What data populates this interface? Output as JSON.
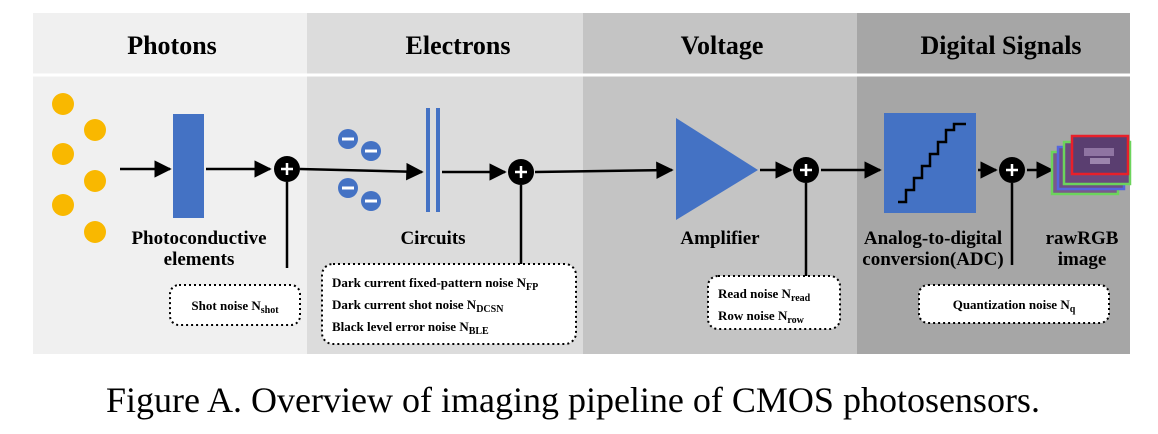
{
  "stages": [
    {
      "header": "Photons",
      "bg": "#f0f0f0"
    },
    {
      "header": "Electrons",
      "bg": "#dcdcdc"
    },
    {
      "header": "Voltage",
      "bg": "#c4c4c4"
    },
    {
      "header": "Digital Signals",
      "bg": "#a6a6a6"
    }
  ],
  "colors": {
    "photon": "#f9b800",
    "component": "#4472c4",
    "ink": "#000000",
    "raw_frame_red": "#e8202a",
    "raw_frame_green": "#6cd45c",
    "raw_frame_blue": "#5566dd"
  },
  "components": {
    "photoconductive": {
      "line1": "Photoconductive",
      "line2": "elements"
    },
    "circuits": {
      "label": "Circuits"
    },
    "amplifier": {
      "label": "Amplifier"
    },
    "adc": {
      "line1": "Analog-to-digital",
      "line2": "conversion(ADC)"
    },
    "raw": {
      "line1": "rawRGB",
      "line2": "image"
    }
  },
  "noise": {
    "shot": {
      "text": "Shot noise N",
      "sub": "shot"
    },
    "dark": [
      {
        "text": "Dark current fixed-pattern noise N",
        "sub": "FP"
      },
      {
        "text": "Dark current shot noise N",
        "sub": "DCSN"
      },
      {
        "text": "Black level error noise N",
        "sub": "BLE"
      }
    ],
    "read": [
      {
        "text": "Read noise N",
        "sub": "read"
      },
      {
        "text": "Row noise N",
        "sub": "row"
      }
    ],
    "quant": {
      "text": "Quantization noise N",
      "sub": "q"
    }
  },
  "caption": "Figure A. Overview of imaging pipeline of CMOS photosensors."
}
